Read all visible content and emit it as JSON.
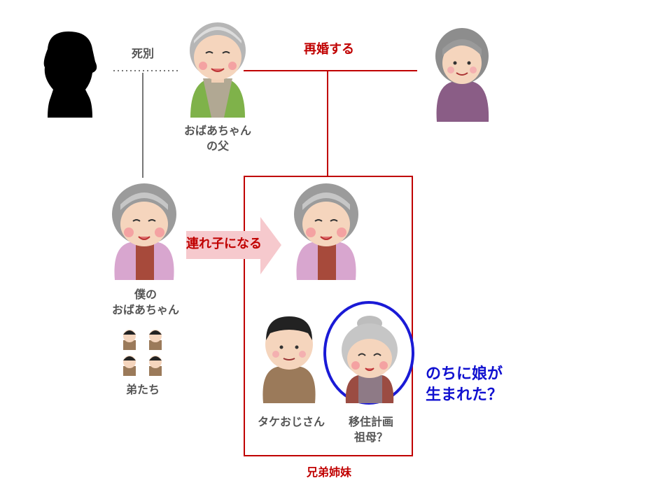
{
  "labels": {
    "shibetsu": "死別",
    "saikon": "再婚する",
    "father": [
      "おばあちゃん",
      "の父"
    ],
    "tsuregoarrow": "連れ子になる",
    "boku_grandma": [
      "僕の",
      "おばあちゃん"
    ],
    "otouto": "弟たち",
    "take": "タケおじさん",
    "ijuu": [
      "移住計画",
      "祖母？"
    ],
    "siblings": "兄弟姉妹",
    "daughter": [
      "のちに娘が",
      "生まれた？"
    ]
  },
  "colors": {
    "red_line": "#c00000",
    "gray_line": "#777777",
    "blue_circle": "#1a1ad6",
    "arrow_fill": "#f6c9cd"
  }
}
